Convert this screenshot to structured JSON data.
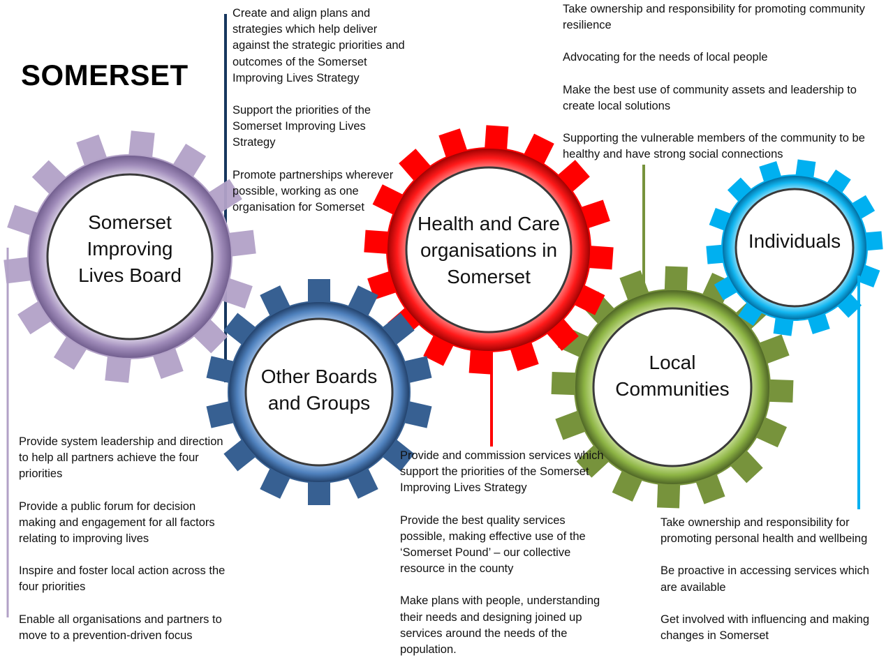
{
  "title": "SOMERSET",
  "colors": {
    "board": "#b2a1c7",
    "other": "#376092",
    "health": "#ff0000",
    "local": "#77933c",
    "individuals": "#00b0f0"
  },
  "gears": {
    "board": {
      "label": [
        "Somerset",
        "Improving",
        "Lives Board"
      ]
    },
    "other": {
      "label": [
        "Other Boards",
        "and Groups"
      ]
    },
    "health": {
      "label": [
        "Health and Care",
        "organisations in",
        "Somerset"
      ]
    },
    "local": {
      "label": [
        "Local",
        "Communities"
      ]
    },
    "individuals": {
      "label": [
        "Individuals"
      ]
    }
  },
  "text_blocks": {
    "other_boards": [
      "Create and align plans and strategies which help deliver against the strategic priorities and outcomes of the Somerset Improving Lives Strategy",
      "Support the priorities of the Somerset Improving Lives Strategy",
      "Promote partnerships wherever possible, working as one organisation for Somerset"
    ],
    "local_communities": [
      "Take ownership and responsibility for promoting community resilience",
      "Advocating for the needs  of local people",
      "Make the best use of community assets and leadership to create local solutions",
      "Supporting the vulnerable members of the community to be healthy and have strong social connections"
    ],
    "board": [
      "Provide system leadership and direction to help all partners achieve the four priorities",
      "Provide a public forum for decision making and engagement for all factors relating to improving lives",
      "Inspire and foster local action across the four priorities",
      "Enable all organisations and partners to move to a prevention-driven focus"
    ],
    "health_care": [
      "Provide and commission services which support the priorities of the Somerset Improving Lives Strategy",
      "Provide the best quality services possible, making effective use of the ‘Somerset Pound’ – our collective resource in the county",
      "Make plans with people, understanding their needs and designing joined up services around the needs of the population."
    ],
    "individuals": [
      "Take ownership and responsibility for promoting personal health and wellbeing",
      "Be proactive in accessing services which are available",
      "Get involved with influencing and making changes in Somerset"
    ]
  }
}
